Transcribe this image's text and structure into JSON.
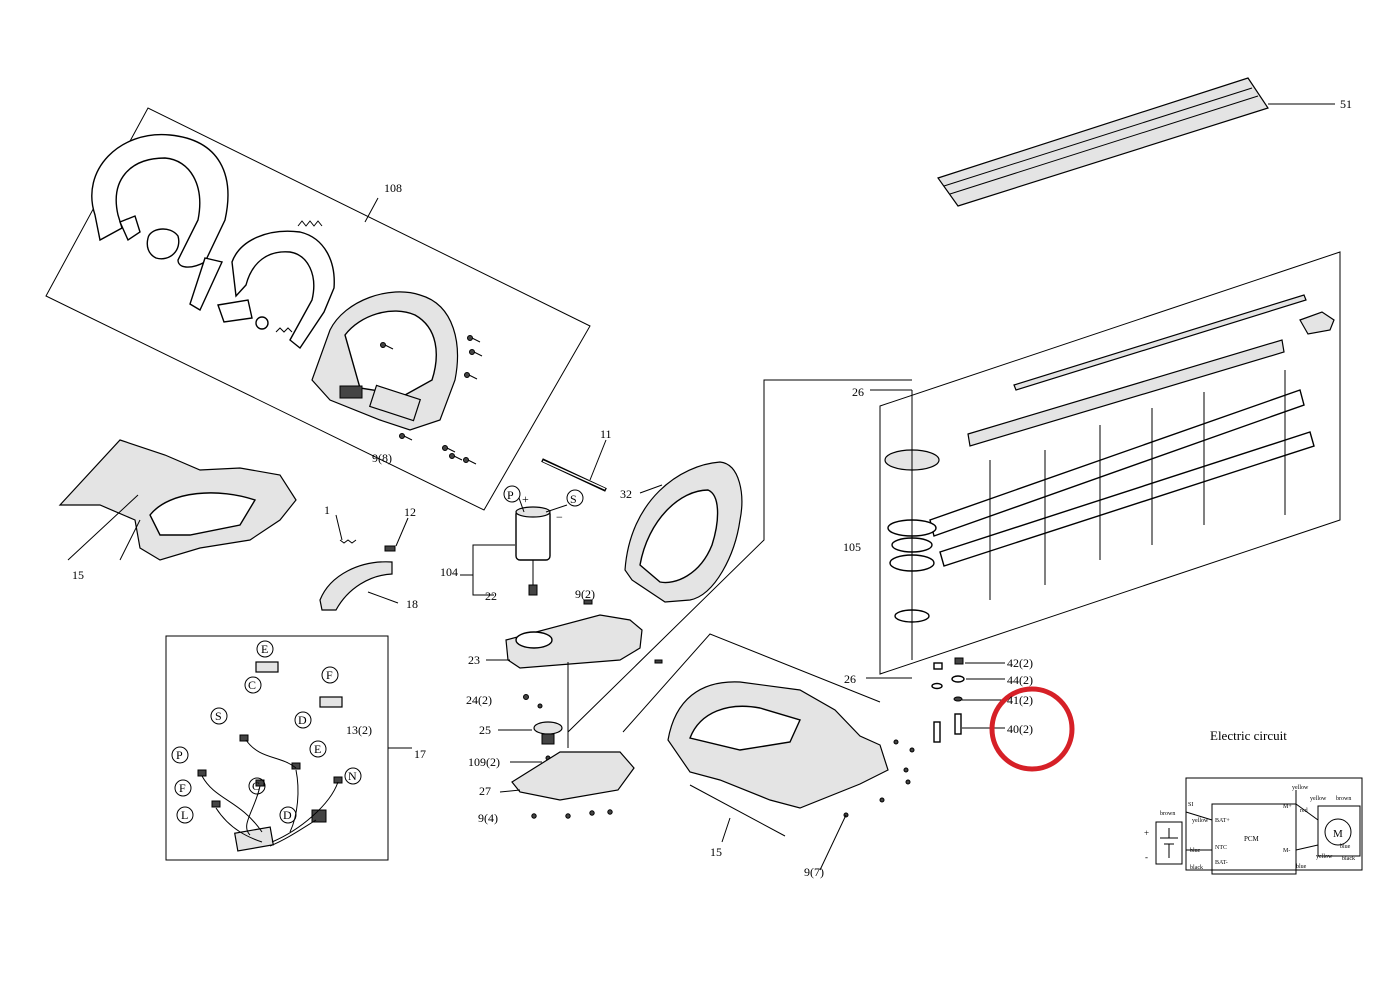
{
  "labels": {
    "l108": "108",
    "l51": "51",
    "l11": "11",
    "l32": "32",
    "l26a": "26",
    "l26b": "26",
    "l105": "105",
    "l9_8": "9(8)",
    "l15a": "15",
    "l15b": "15",
    "l1": "1",
    "l12": "12",
    "l18": "18",
    "l104": "104",
    "l22": "22",
    "l9_2": "9(2)",
    "l23": "23",
    "l24": "24(2)",
    "l25": "25",
    "l109": "109(2)",
    "l27": "27",
    "l9_4": "9(4)",
    "l9_7": "9(7)",
    "l42": "42(2)",
    "l44": "44(2)",
    "l41": "41(2)",
    "l40": "40(2)",
    "l17": "17",
    "l13": "13(2)"
  },
  "motor_markers": {
    "p": "P",
    "s": "S",
    "plus": "+",
    "minus": "−"
  },
  "wiring": {
    "e1": "E",
    "c1": "C",
    "f1": "F",
    "d1": "D",
    "s": "S",
    "p": "P",
    "e2": "E",
    "f2": "F",
    "c2": "C",
    "d2": "D",
    "n": "N",
    "l": "L"
  },
  "circuit": {
    "title": "Electric circuit",
    "pcm": "PCM",
    "bat_plus": "BAT+",
    "bat_minus": "BAT-",
    "ntc": "NTC",
    "m_plus": "M+",
    "m_minus": "M-",
    "motor": "M",
    "si": "SI",
    "plus": "+",
    "minus": "-",
    "wires": {
      "brown": "brown",
      "yellow": "yellow",
      "red": "red",
      "black": "black",
      "blue": "blue"
    }
  },
  "highlight": {
    "color": "#d62027",
    "target": "40(2)"
  }
}
